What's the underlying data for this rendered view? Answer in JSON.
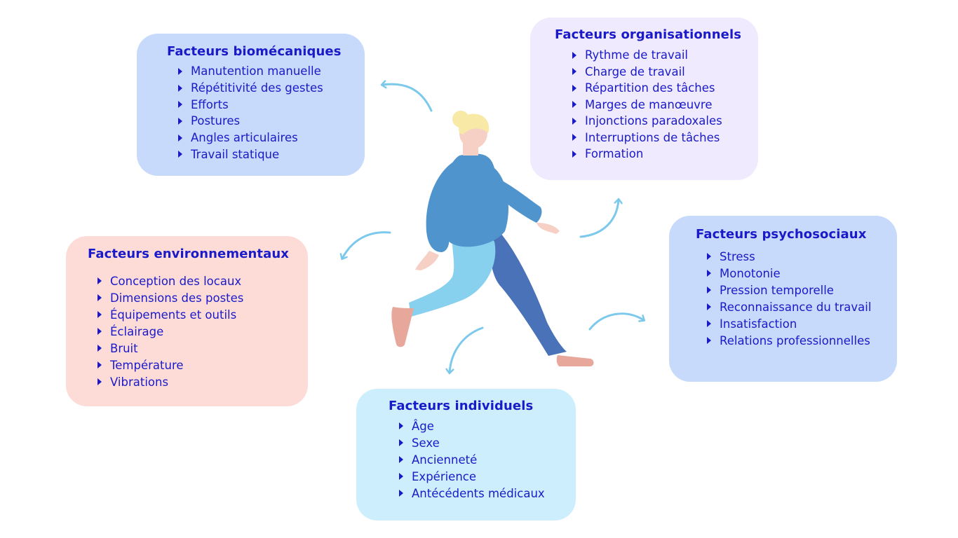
{
  "boxes": {
    "biomecaniques": {
      "title": "Facteurs biomécaniques",
      "items": [
        "Manutention manuelle",
        "Répétitivité des gestes",
        "Efforts",
        "Postures",
        "Angles articulaires",
        "Travail statique"
      ]
    },
    "organisationnels": {
      "title": "Facteurs organisationnels",
      "items": [
        "Rythme de travail",
        "Charge de travail",
        "Répartition des tâches",
        "Marges de manœuvre",
        "Injonctions paradoxales",
        "Interruptions de tâches",
        "Formation"
      ]
    },
    "environnementaux": {
      "title": "Facteurs environnementaux",
      "items": [
        "Conception des locaux",
        "Dimensions des postes",
        "Équipements et outils",
        "Éclairage",
        "Bruit",
        "Température",
        "Vibrations"
      ]
    },
    "psychosociaux": {
      "title": "Facteurs psychosociaux",
      "items": [
        "Stress",
        "Monotonie",
        "Pression temporelle",
        "Reconnaissance du travail",
        "Insatisfaction",
        "Relations professionnelles"
      ]
    },
    "individuels": {
      "title": "Facteurs individuels",
      "items": [
        "Âge",
        "Sexe",
        "Ancienneté",
        "Expérience",
        "Antécédents médicaux"
      ]
    }
  },
  "colors": {
    "text": "#1a1ac8",
    "arrow": "#7cc9ec",
    "bio_bg": "#c7dafb",
    "org_bg": "#efeafd",
    "env_bg": "#fddcd8",
    "psy_bg": "#c7dafb",
    "ind_bg": "#cdeffd"
  },
  "icons": [
    "walking-person-illustration",
    "curved-arrow-icon",
    "chevron-right-icon"
  ]
}
